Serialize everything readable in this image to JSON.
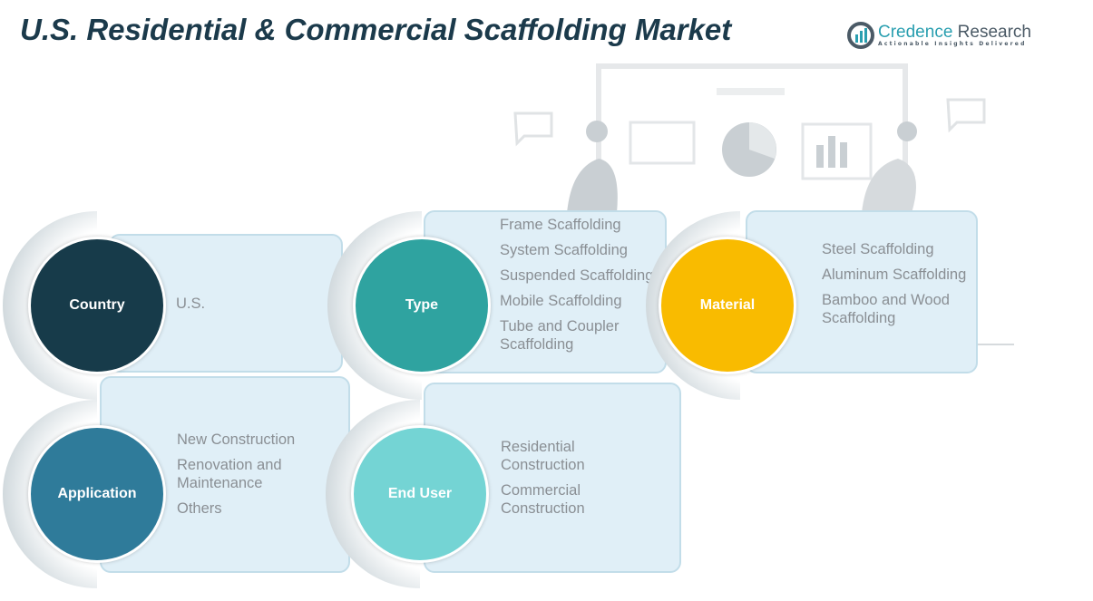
{
  "title": "U.S. Residential & Commercial Scaffolding Market",
  "logo": {
    "brand_a": "Credence",
    "brand_b": " Research",
    "tagline": "Actionable Insights Delivered"
  },
  "colors": {
    "country": "#173b4a",
    "type": "#2fa3a0",
    "material": "#f9bb00",
    "application": "#2f7b9a",
    "end_user": "#74d4d4"
  },
  "segments": [
    {
      "label": "Country",
      "items": [
        "U.S."
      ]
    },
    {
      "label": "Type",
      "items": [
        "Frame Scaffolding",
        "System Scaffolding",
        "Suspended Scaffolding",
        "Mobile Scaffolding",
        "Tube and Coupler Scaffolding"
      ]
    },
    {
      "label": "Material",
      "items": [
        "Steel Scaffolding",
        "Aluminum Scaffolding",
        "Bamboo and Wood Scaffolding"
      ]
    },
    {
      "label": "Application",
      "items": [
        "New Construction",
        "Renovation and Maintenance",
        "Others"
      ]
    },
    {
      "label": "End User",
      "items": [
        "Residential Construction",
        "Commercial Construction"
      ]
    }
  ]
}
